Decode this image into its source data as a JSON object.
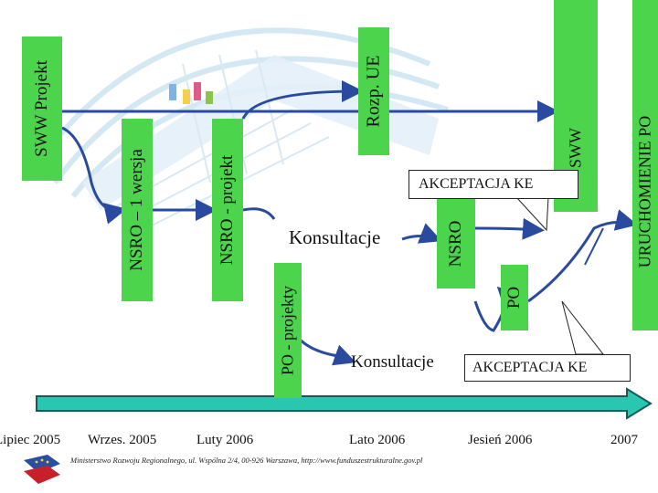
{
  "colors": {
    "green_box": "#4dd44d",
    "flow_line": "#2a4aa0",
    "timeline_fill": "#29c7b0",
    "timeline_stroke": "#155a5a",
    "background_logo": "#cfe6f2"
  },
  "vertical_boxes": {
    "sww_projekt": "SWW Projekt",
    "nsro_1_wersja": "NSRO – 1 wersja",
    "nsro_projekt": "NSRO - projekt",
    "po_projekty": "PO - projekty",
    "rozp_ue": "Rozp. UE",
    "nsro": "NSRO",
    "po": "PO",
    "sww": "SWW",
    "uruchomienie_po": "URUCHOMIENIE PO"
  },
  "labels": {
    "konsultacje_1": "Konsultacje",
    "konsultacje_2": "Konsultacje",
    "akceptacja_ke_1": "AKCEPTACJA KE",
    "akceptacja_ke_2": "AKCEPTACJA KE"
  },
  "timeline": {
    "t1": "Lipiec 2005",
    "t2": "Wrzes. 2005",
    "t3": "Luty 2006",
    "t4": "Lato 2006",
    "t5": "Jesień 2006",
    "t6": "2007"
  },
  "footer": "Ministerstwo Rozwoju Regionalnego, ul. Wspólna 2/4, 00-926 Warszawa, http://www.funduszestrukturalne.gov.pl",
  "icons": {
    "background": "building-arch-logo-icon",
    "footer_logo": "eu-flag-logo-icon"
  }
}
